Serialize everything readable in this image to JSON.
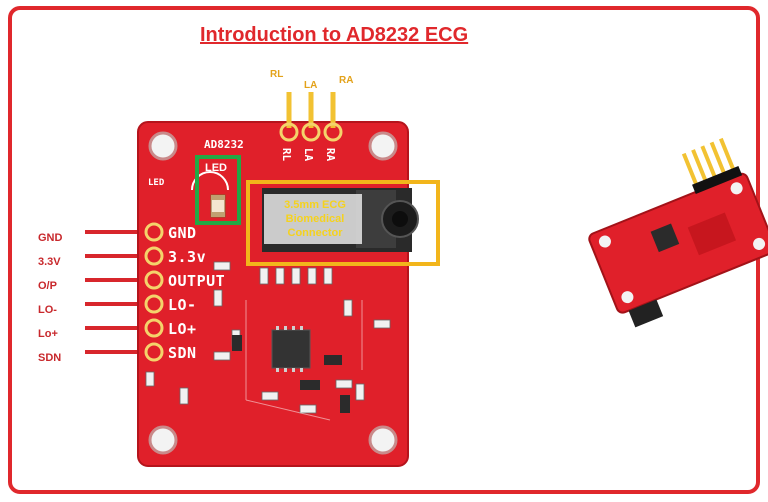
{
  "title": "Introduction to AD8232 ECG",
  "pin_labels": [
    "GND",
    "3.3V",
    "O/P",
    "LO-",
    "Lo+",
    "SDN"
  ],
  "board_pin_silk": [
    "GND",
    "3.3v",
    "OUTPUT",
    "LO-",
    "LO+",
    "SDN"
  ],
  "top_labels": {
    "rl": "RL",
    "la": "LA",
    "ra": "RA"
  },
  "board_silk": {
    "chip_name": "AD8232",
    "led_silk": "LED",
    "rl": "RL",
    "la": "LA",
    "ra": "RA"
  },
  "callouts": {
    "led": "LED",
    "connector_line1": "3.5mm ECG",
    "connector_line2": "Biomedical",
    "connector_line3": "Connector"
  },
  "colors": {
    "frame": "#e0282c",
    "board": "#e0202a",
    "led_box": "#22a845",
    "connector_box": "#f2b51b",
    "label_red": "#c8282c",
    "label_gold": "#e3a21a"
  }
}
